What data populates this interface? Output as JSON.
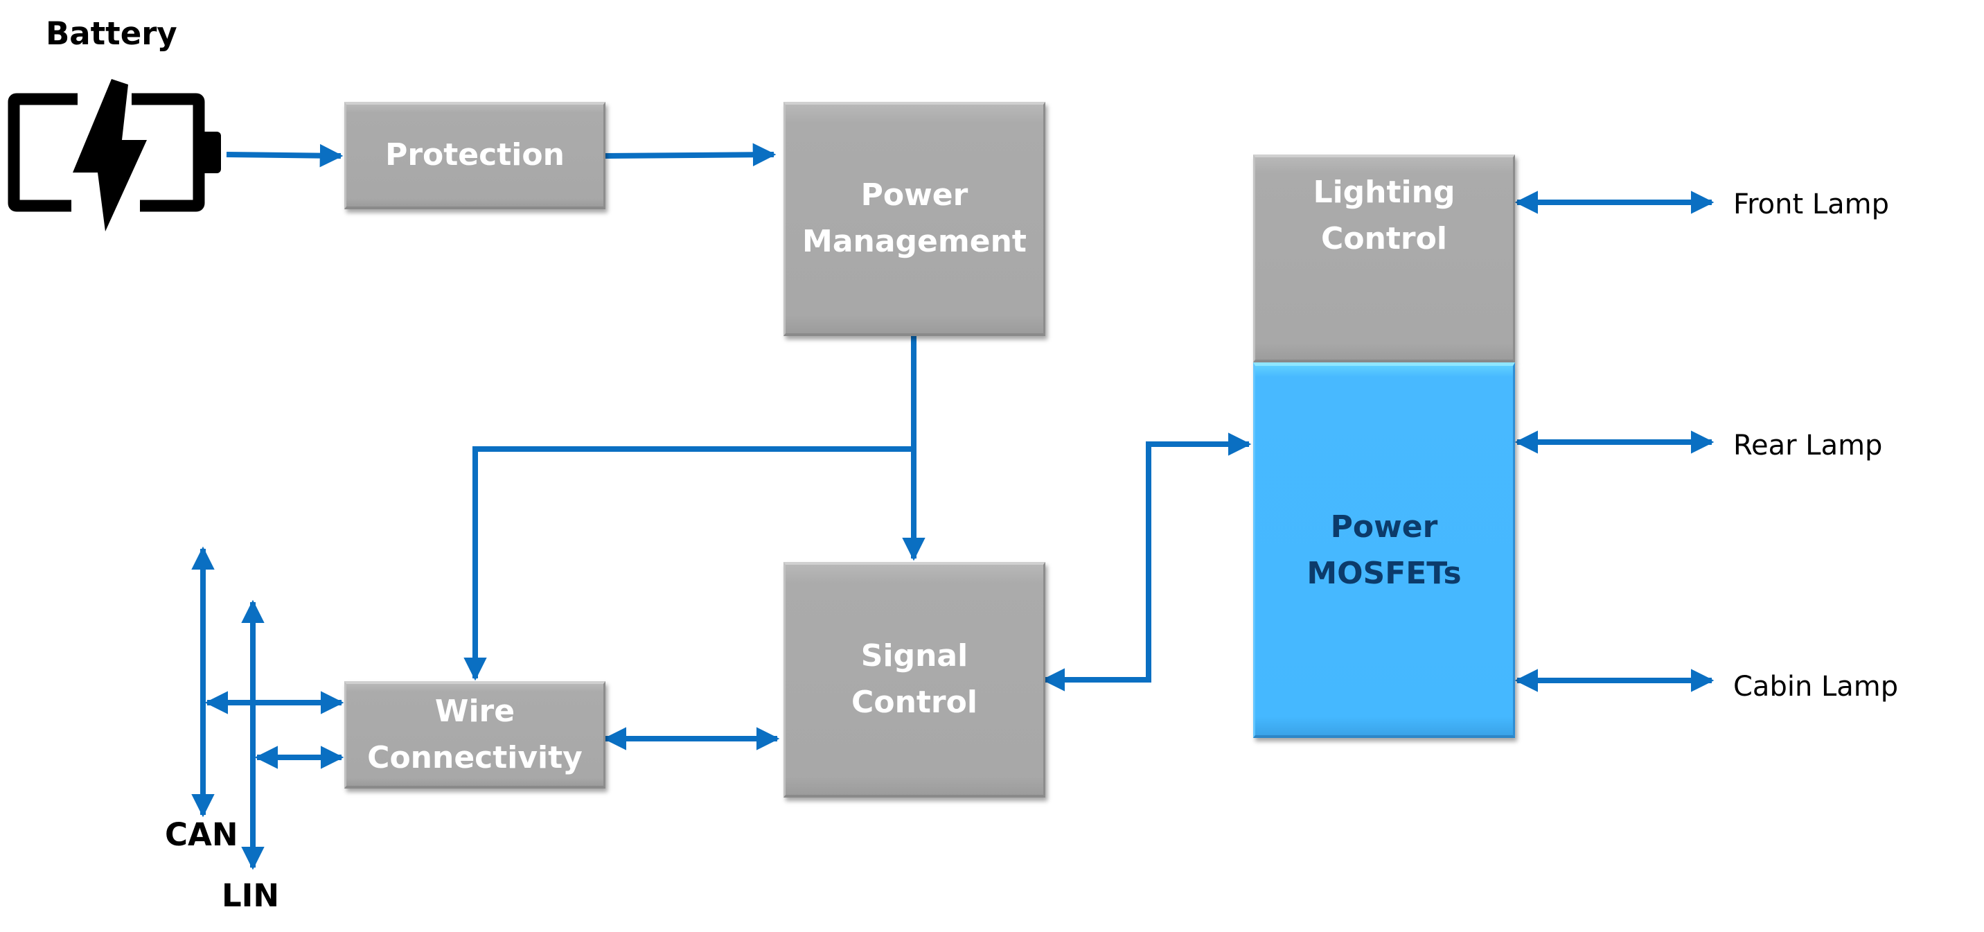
{
  "labels": {
    "battery": "Battery",
    "can": "CAN",
    "lin": "LIN",
    "front_lamp": "Front Lamp",
    "rear_lamp": "Rear Lamp",
    "cabin_lamp": "Cabin Lamp"
  },
  "blocks": {
    "protection": "Protection",
    "power_management": "Power\nManagement",
    "signal_control": "Signal\nControl",
    "wire_connectivity": "Wire\nConnectivity",
    "lighting_control": "Lighting\nControl",
    "power_mosfets": "Power\nMOSFETs"
  },
  "colors": {
    "arrow": "#0a6fc2",
    "block_gray": "#a9a9a9",
    "block_text": "#ffffff",
    "mosfet_blue": "#45b8ff",
    "mosfet_text": "#0c3b6a",
    "icon": "#000000"
  },
  "icons": {
    "battery": "battery-charging-icon"
  }
}
